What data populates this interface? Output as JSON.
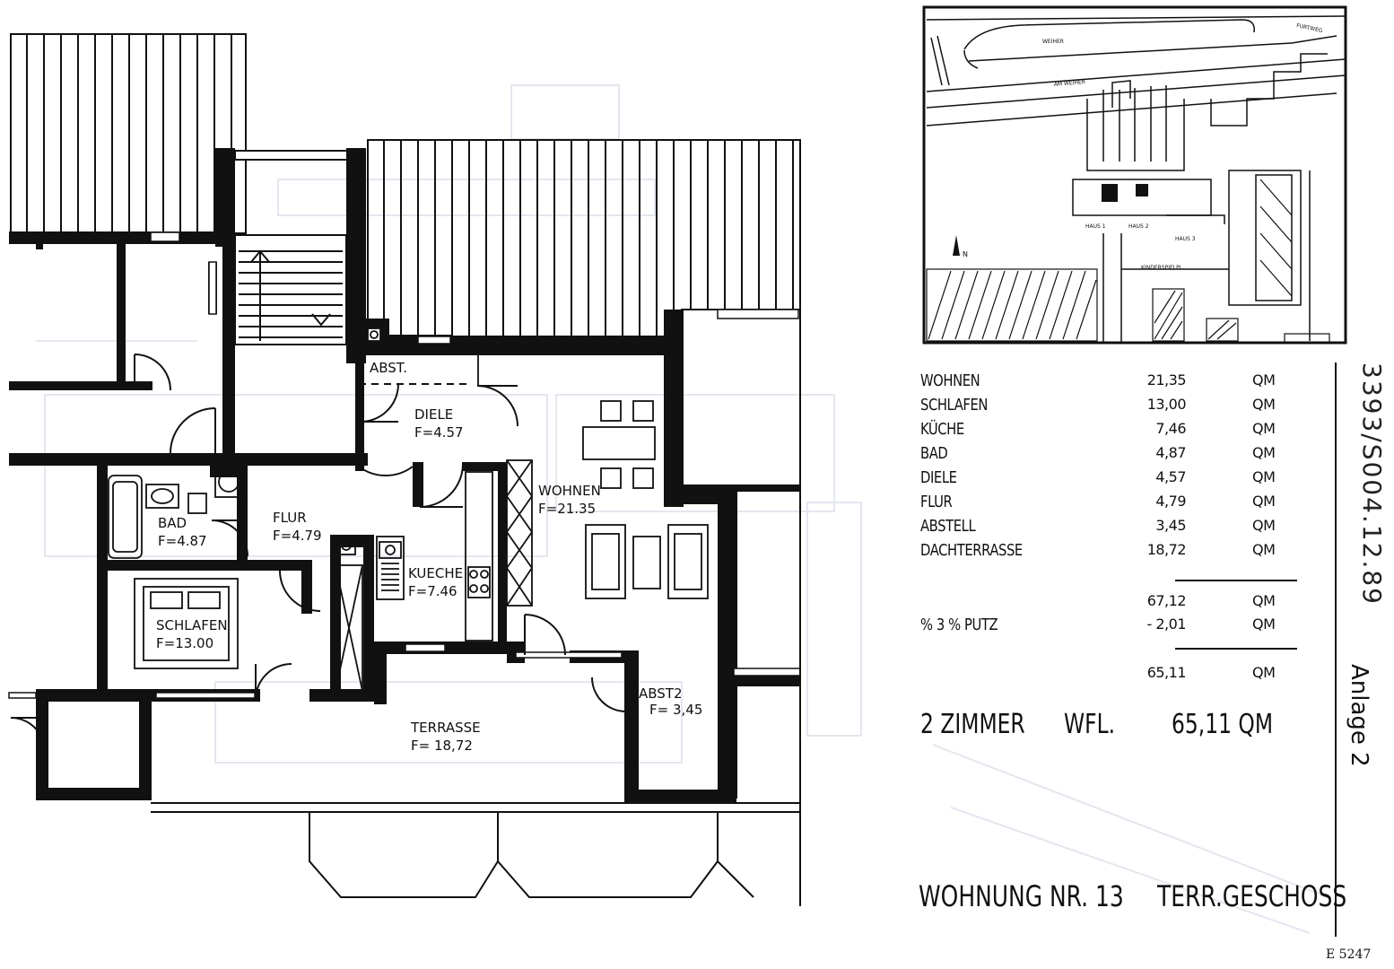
{
  "rooms": {
    "abst": "ABST.",
    "diele": "DIELE",
    "diele_area": "F=4.57",
    "wohnen": "WOHNEN",
    "wohnen_area": "F=21.35",
    "bad": "BAD",
    "bad_area": "F=4.87",
    "flur": "FLUR",
    "flur_area": "F=4.79",
    "kueche": "KUECHE",
    "kueche_area": "F=7.46",
    "schlafen": "SCHLAFEN",
    "schlafen_area": "F=13.00",
    "abst2": "ABST2",
    "abst2_area": "F= 3,45",
    "terrasse": "TERRASSE",
    "terrasse_area": "F= 18,72"
  },
  "site_plan": {
    "weiher": "WEIHER",
    "furtweg": "FURTWEG",
    "am_weiher": "AM WEIHER",
    "haus1": "HAUS 1",
    "haus2": "HAUS 2",
    "haus3": "HAUS 3",
    "north": "N",
    "kinderspielpl": "KINDERSPIELPL."
  },
  "area_table": {
    "rows": [
      {
        "name": "WOHNEN",
        "value": "21,35",
        "unit": "QM"
      },
      {
        "name": "SCHLAFEN",
        "value": "13,00",
        "unit": "QM"
      },
      {
        "name": "KÜCHE",
        "value": "7,46",
        "unit": "QM"
      },
      {
        "name": "BAD",
        "value": "4,87",
        "unit": "QM"
      },
      {
        "name": "DIELE",
        "value": "4,57",
        "unit": "QM"
      },
      {
        "name": "FLUR",
        "value": "4,79",
        "unit": "QM"
      },
      {
        "name": "ABSTELL",
        "value": "3,45",
        "unit": "QM"
      },
      {
        "name": "DACHTERRASSE",
        "value": "18,72",
        "unit": "QM"
      }
    ],
    "subtotal": {
      "value": "67,12",
      "unit": "QM"
    },
    "deduction": {
      "name": "% 3 % PUTZ",
      "value": "- 2,01",
      "unit": "QM"
    },
    "total": {
      "value": "65,11",
      "unit": "QM"
    }
  },
  "summary": {
    "rooms": "2 ZIMMER",
    "wfl_label": "WFL.",
    "wfl_value": "65,11 QM"
  },
  "footer": {
    "unit_number": "WOHNUNG NR. 13",
    "floor": "TERR.GESCHOSS"
  },
  "margin": {
    "anlage": "Anlage 2",
    "stamp": "3393/S004.12.89"
  },
  "reference": "E 5247"
}
